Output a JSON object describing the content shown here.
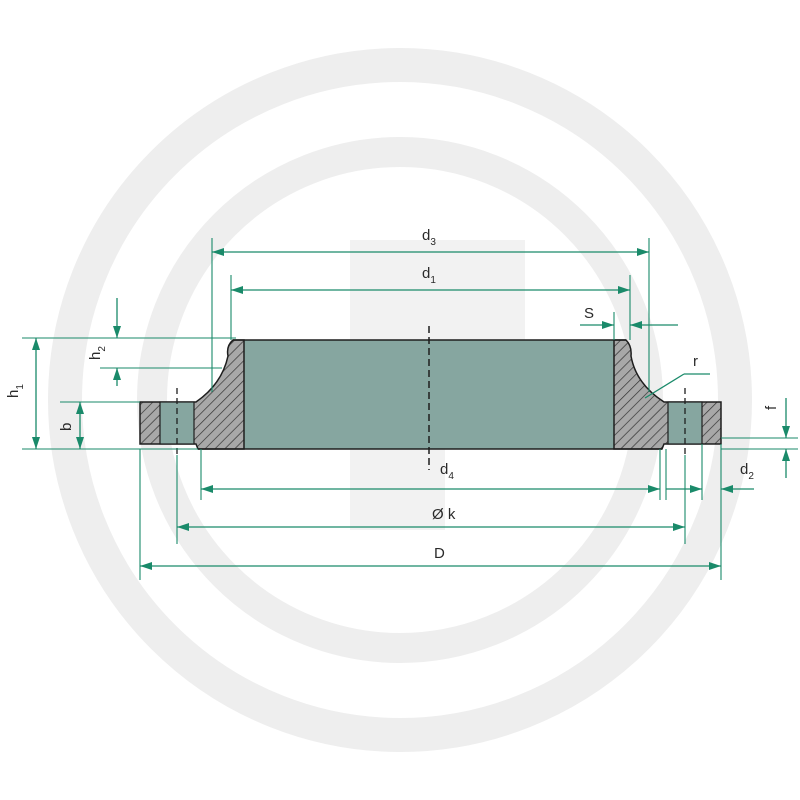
{
  "colors": {
    "dimension": "#1a8a6a",
    "body_fill": "#86a6a0",
    "outline": "#1e1e1e",
    "watermark": "#eeeeee",
    "hatch_bg": "#9a9a9a"
  },
  "labels": {
    "d3": {
      "base": "d",
      "sub": "3"
    },
    "d1": {
      "base": "d",
      "sub": "1"
    },
    "s": {
      "base": "S"
    },
    "r": {
      "base": "r"
    },
    "h1": {
      "base": "h",
      "sub": "1"
    },
    "h2": {
      "base": "h",
      "sub": "2"
    },
    "b": {
      "base": "b"
    },
    "f": {
      "base": "f"
    },
    "d4": {
      "base": "d",
      "sub": "4"
    },
    "d2": {
      "base": "d",
      "sub": "2"
    },
    "k": {
      "base": "Ø k"
    },
    "D": {
      "base": "D"
    }
  }
}
